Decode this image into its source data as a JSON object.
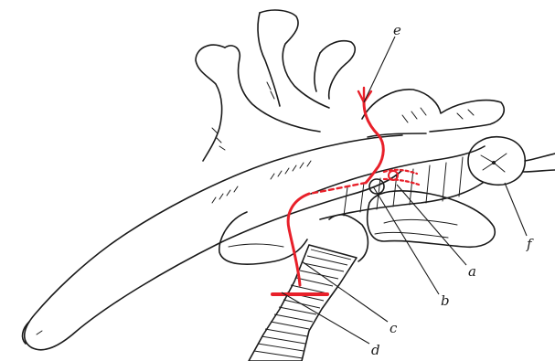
{
  "labels": {
    "a": "a",
    "b": "b",
    "c": "c",
    "d": "d",
    "e": "e",
    "f": "f"
  },
  "colors": {
    "ink": "#1a1a1a",
    "nerve": "#e8202a",
    "background": "#ffffff"
  }
}
